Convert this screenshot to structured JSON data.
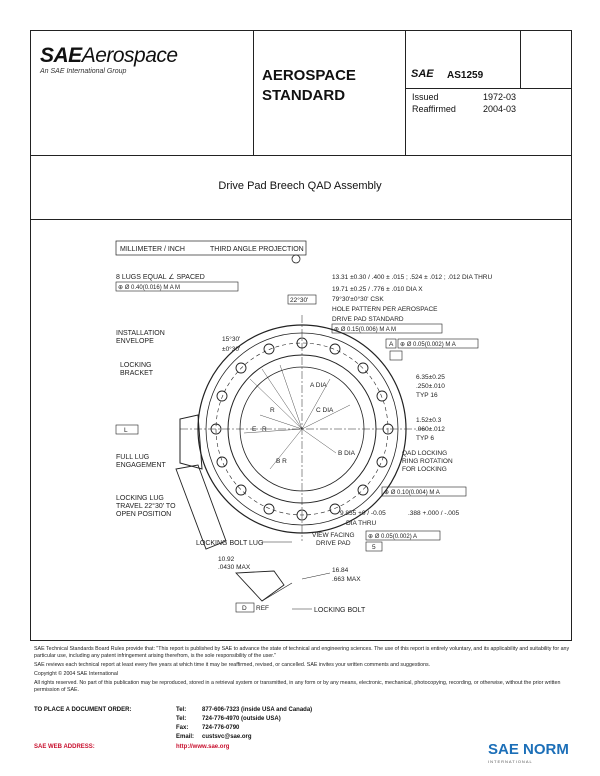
{
  "header": {
    "logo_sae": "SAE",
    "logo_aerospace": "Aerospace",
    "logo_tagline": "An SAE International Group",
    "standard_line1": "AEROSPACE",
    "standard_line2": "STANDARD",
    "sae_mark": "SAE",
    "doc_number": "AS1259",
    "issued_label": "Issued",
    "issued_value": "1972-03",
    "reaffirmed_label": "Reaffirmed",
    "reaffirmed_value": "2004-03"
  },
  "title": "Drive Pad Breech QAD Assembly",
  "drawing": {
    "units_note": "MILLIMETER / INCH",
    "projection": "THIRD ANGLE PROJECTION",
    "lugs_note": "8 LUGS EQUAL ∠ SPACED",
    "lugs_frame": "⊕ Ø 0.40(0.016) M A M",
    "bolt_pattern_1": "13.31 ±0.30 / .400 ± .015 ; .524 ± .012 ; .012 DIA THRU",
    "bolt_pattern_2": "19.71 ±0.25 / .776 ± .010 DIA X",
    "bolt_pattern_3": "79°30'±0°30' CSK",
    "bolt_pattern_4": "HOLE PATTERN PER AEROSPACE",
    "bolt_pattern_5": "DRIVE PAD STANDARD",
    "bolt_frame": "⊕ Ø 0.15(0.006) M A M",
    "angle_22": "22°30'",
    "install_env_1": "INSTALLATION",
    "install_env_2": "ENVELOPE",
    "angle_15": "15°30'",
    "angle_15_tol": "±0°30'",
    "frame_A": "A",
    "frame_005": "⊕ Ø 0.05(0.002) M A",
    "locking_bracket_1": "LOCKING",
    "locking_bracket_2": "BRACKET",
    "dim_635": "6.35±0.25",
    "dim_250": ".250±.010",
    "typ_16": "TYP 16",
    "label_adia": "A DIA",
    "label_cdia": "C DIA",
    "label_r": "R",
    "label_e": "E",
    "label_r2": "R",
    "label_bdia": "B DIA",
    "label_br": "B R",
    "dim_152": "1.52±0.3",
    "dim_060": ".060±.012",
    "typ_6": "TYP 6",
    "frame_L": "L",
    "full_lug_1": "FULL LUG",
    "full_lug_2": "ENGAGEMENT",
    "qad_ring_1": "QAD LOCKING",
    "qad_ring_2": "RING ROTATION",
    "qad_ring_3": "FOR LOCKING",
    "frame_B": "⊕ Ø 0.10(0.004) M A",
    "locking_travel_1": "LOCKING LUG",
    "locking_travel_2": "TRAVEL 22°30' TO",
    "locking_travel_3": "OPEN POSITION",
    "dim_9855": "9.855 +0 / -0.05",
    "dim_388": ".388 +.000 / -.005",
    "dia_thru": "DIA THRU",
    "view_facing_1": "VIEW FACING",
    "view_facing_2": "DRIVE PAD",
    "frame_C": "⊕ Ø 0.05(0.002) A",
    "frame_5": "5",
    "locking_bolt_lug": "LOCKING BOLT LUG",
    "dim_1092": "10.92",
    "dim_0430": ".0430 MAX",
    "dim_1684": "16.84",
    "dim_663": ".663 MAX",
    "frame_ref": "D",
    "ref": "REF",
    "locking_bolt": "LOCKING BOLT"
  },
  "footer": {
    "p1": "SAE Technical Standards Board Rules provide that: \"This report is published by SAE to advance the state of technical and engineering sciences. The use of this report is entirely voluntary, and its applicability and suitability for any particular use, including any patent infringement arising therefrom, is the sole responsibility of the user.\"",
    "p2": "SAE reviews each technical report at least every five years at which time it may be reaffirmed, revised, or cancelled. SAE invites your written comments and suggestions.",
    "p3": "Copyright © 2004 SAE International",
    "p4": "All rights reserved. No part of this publication may be reproduced, stored in a retrieval system or transmitted, in any form or by any means, electronic, mechanical, photocopying, recording, or otherwise, without the prior written permission of SAE.",
    "order_label": "TO PLACE A DOCUMENT ORDER:",
    "tel_label": "Tel:",
    "tel_value": "877-606-7323 (inside USA and Canada)",
    "tel2_label": "Tel:",
    "tel2_value": "724-776-4970 (outside USA)",
    "fax_label": "Fax:",
    "fax_value": "724-776-0790",
    "email_label": "Email:",
    "email_value": "custsvc@sae.org",
    "web_label": "SAE WEB ADDRESS:",
    "web_value": "http://www.sae.org",
    "brand": "SAE NORM",
    "brand_sub": "INTERNATIONAL"
  }
}
